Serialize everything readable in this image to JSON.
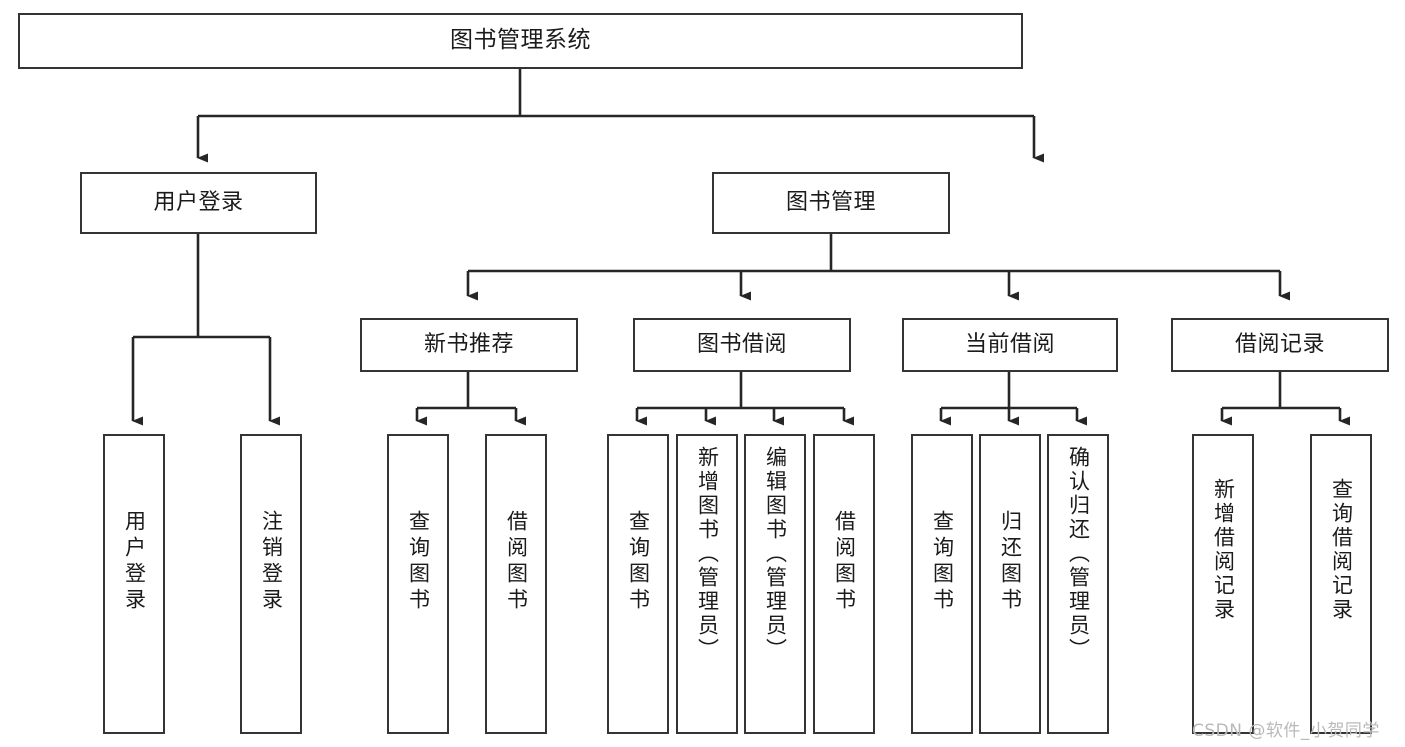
{
  "diagram": {
    "title": "图书管理系统",
    "type": "hierarchy-tree",
    "colors": {
      "node_border": "#343434",
      "node_fill": "#ffffff",
      "connector": "#262626",
      "text": "#1b1b1b",
      "watermark": "#b9b9b9",
      "background": "#ffffff"
    },
    "nodes": {
      "root": {
        "label": "图书管理系统"
      },
      "level2": [
        {
          "label": "用户登录"
        },
        {
          "label": "图书管理"
        }
      ],
      "level3": [
        {
          "label": "新书推荐"
        },
        {
          "label": "图书借阅"
        },
        {
          "label": "当前借阅"
        },
        {
          "label": "借阅记录"
        }
      ],
      "leaves": {
        "user_login": [
          {
            "label": "用户登录"
          },
          {
            "label": "注销登录"
          }
        ],
        "new_book_recommend": [
          {
            "label": "查询图书"
          },
          {
            "label": "借阅图书"
          }
        ],
        "book_borrow": [
          {
            "label": "查询图书"
          },
          {
            "label": "新增图书（管理员）"
          },
          {
            "label": "编辑图书（管理员）"
          },
          {
            "label": "借阅图书"
          }
        ],
        "current_borrow": [
          {
            "label": "查询图书"
          },
          {
            "label": "归还图书"
          },
          {
            "label": "确认归还（管理员）"
          }
        ],
        "borrow_record": [
          {
            "label": "新增借阅记录"
          },
          {
            "label": "查询借阅记录"
          }
        ]
      }
    },
    "watermark": "CSDN @软件_小贺同学"
  }
}
